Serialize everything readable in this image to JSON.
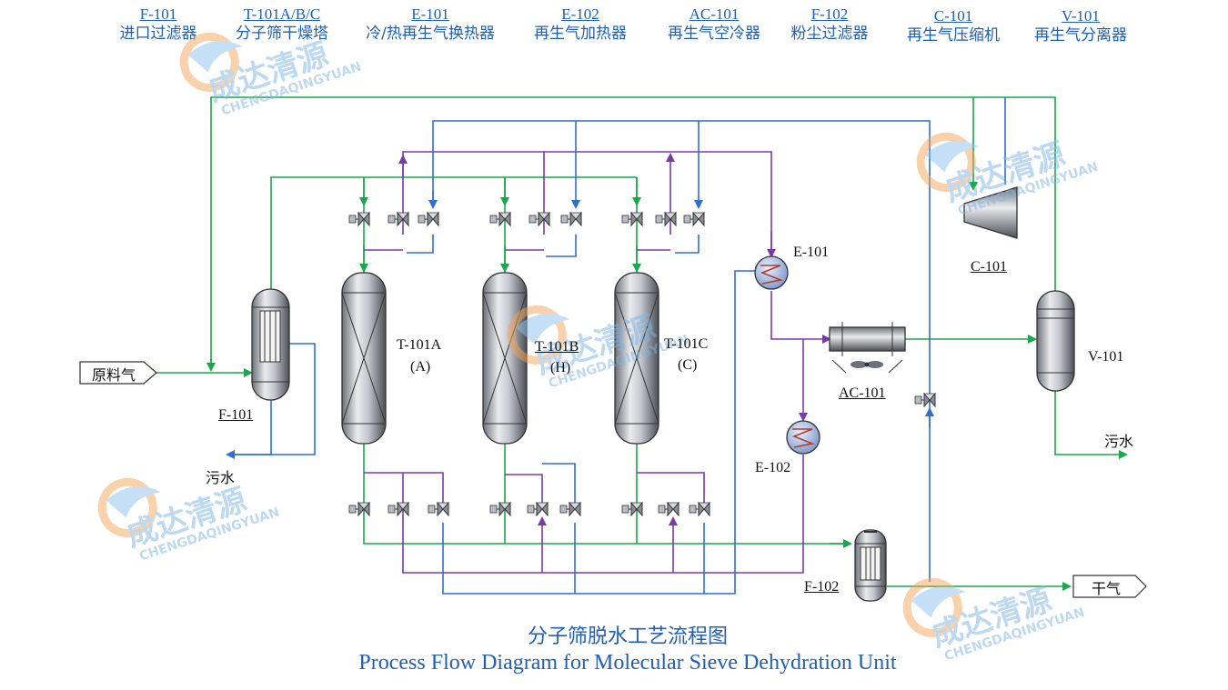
{
  "legend": [
    {
      "tag": "F-101",
      "name": "进口过滤器"
    },
    {
      "tag": "T-101A/B/C",
      "name": "分子筛干燥塔"
    },
    {
      "tag": "E-101",
      "name": "冷/热再生气换热器"
    },
    {
      "tag": "E-102",
      "name": "再生气加热器"
    },
    {
      "tag": "AC-101",
      "name": "再生气空冷器"
    },
    {
      "tag": "F-102",
      "name": "粉尘过滤器"
    },
    {
      "tag": "C-101",
      "name": "再生气压缩机"
    },
    {
      "tag": "V-101",
      "name": "再生气分离器"
    }
  ],
  "streams": {
    "feed": "原料气",
    "dry_gas": "干气",
    "waste_water_1": "污水",
    "waste_water_2": "污水"
  },
  "equipment": {
    "f101": "F-101",
    "t101a_tag": "T-101A",
    "t101a_mode": "(A)",
    "t101b_tag": "T-101B",
    "t101b_mode": "(H)",
    "t101c_tag": "T-101C",
    "t101c_mode": "(C)",
    "e101": "E-101",
    "e102": "E-102",
    "ac101": "AC-101",
    "f102": "F-102",
    "c101": "C-101",
    "v101": "V-101"
  },
  "caption": {
    "cn": "分子筛脱水工艺流程图",
    "en": "Process Flow Diagram for Molecular Sieve Dehydration Unit"
  },
  "watermark": {
    "cn": "成达清源",
    "en": "CHENGDAQINGYUAN"
  },
  "colors": {
    "process_gas": "#1aa64a",
    "hot_regen_gas": "#7a3aa8",
    "cold_regen_gas": "#2f6fd0",
    "vessel_fill": "#b8bcc4",
    "label_blue": "#1f5fb4"
  }
}
